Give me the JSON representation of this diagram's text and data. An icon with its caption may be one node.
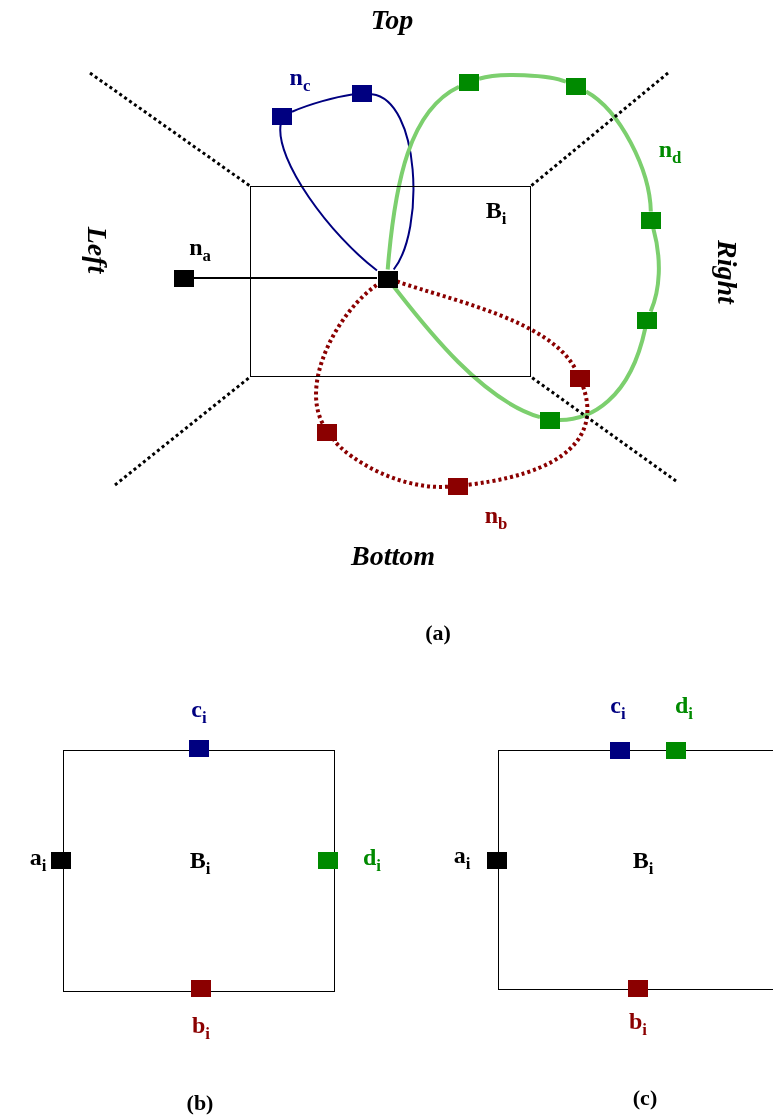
{
  "diagram": {
    "nodes": [
      {
        "text": [
          "B$_{i}$"
        ]
      },
      {
        "text": [],
        "shape": "box"
      },
      {
        "text": [],
        "shape": "box",
        "in": 0
      },
      {
        "text": [],
        "shape": "box"
      },
      {
        "text": [],
        "shape": "box"
      },
      {
        "text": [],
        "shape": "box"
      },
      {
        "text": [],
        "shape": "box"
      },
      {
        "text": [],
        "shape": "box"
      },
      {
        "text": [],
        "shape": "box"
      },
      {
        "text": [],
        "shape": "box"
      },
      {
        "text": [],
        "shape": "box"
      },
      {
        "text": [],
        "shape": "box"
      },
      {
        "text": [],
        "shape": "box"
      },
      {
        "text": [
          "B$_{i}$"
        ]
      },
      {
        "text": [],
        "shape": "box",
        "beside": [
          "c$_{i}$"
        ]
      },
      {
        "text": [],
        "shape": "box",
        "beside": [
          "a$_{i}$"
        ]
      },
      {
        "text": [],
        "shape": "box",
        "beside": [
          "d$_{i}$"
        ]
      },
      {
        "text": [],
        "shape": "box",
        "beside": [
          "b$_{i}$"
        ]
      },
      {
        "text": [
          "B$_{i}$"
        ]
      },
      {
        "text": [],
        "shape": "box",
        "beside": [
          "c$_{i}$"
        ]
      },
      {
        "text": [],
        "shape": "box",
        "beside": [
          "d$_{i}$"
        ]
      },
      {
        "text": [],
        "shape": "box",
        "beside": [
          "a$_{i}$"
        ]
      },
      {
        "text": [],
        "shape": "box",
        "beside": [
          "b$_{i}$"
        ]
      }
    ],
    "edges": [
      {
        "from": 1,
        "to": 2,
        "arrow": "none",
        "color": "#000000"
      },
      {
        "from": 2,
        "to": 3,
        "arrow": "none",
        "color": "#000080"
      },
      {
        "from": 3,
        "to": 4,
        "arrow": "none",
        "color": "#000080"
      },
      {
        "from": 4,
        "to": 2,
        "arrow": "none",
        "color": "#000080"
      },
      {
        "from": 2,
        "to": 5,
        "arrow": "none",
        "color": "#7ccf6e"
      },
      {
        "from": 5,
        "to": 6,
        "arrow": "none",
        "color": "#7ccf6e"
      },
      {
        "from": 6,
        "to": 7,
        "arrow": "none",
        "color": "#7ccf6e"
      },
      {
        "from": 7,
        "to": 8,
        "arrow": "none",
        "color": "#7ccf6e"
      },
      {
        "from": 8,
        "to": 9,
        "arrow": "none",
        "color": "#7ccf6e"
      },
      {
        "from": 9,
        "to": 2,
        "arrow": "none",
        "color": "#7ccf6e"
      },
      {
        "from": 2,
        "to": 10,
        "arrow": "none",
        "style": "dashed",
        "color": "#8b0000"
      },
      {
        "from": 10,
        "to": 11,
        "arrow": "none",
        "style": "dashed",
        "color": "#8b0000"
      },
      {
        "from": 11,
        "to": 12,
        "arrow": "none",
        "style": "dashed",
        "color": "#8b0000"
      },
      {
        "from": 12,
        "to": 2,
        "arrow": "none",
        "style": "dashed",
        "color": "#8b0000"
      }
    ],
    "labels": [
      "Top",
      "n$_{c}$",
      "n$_{d}$",
      "Left",
      "n$_{a}$",
      "Right",
      "n$_{b}$",
      "Bottom",
      "(a)",
      "(b)",
      "(c)"
    ]
  }
}
